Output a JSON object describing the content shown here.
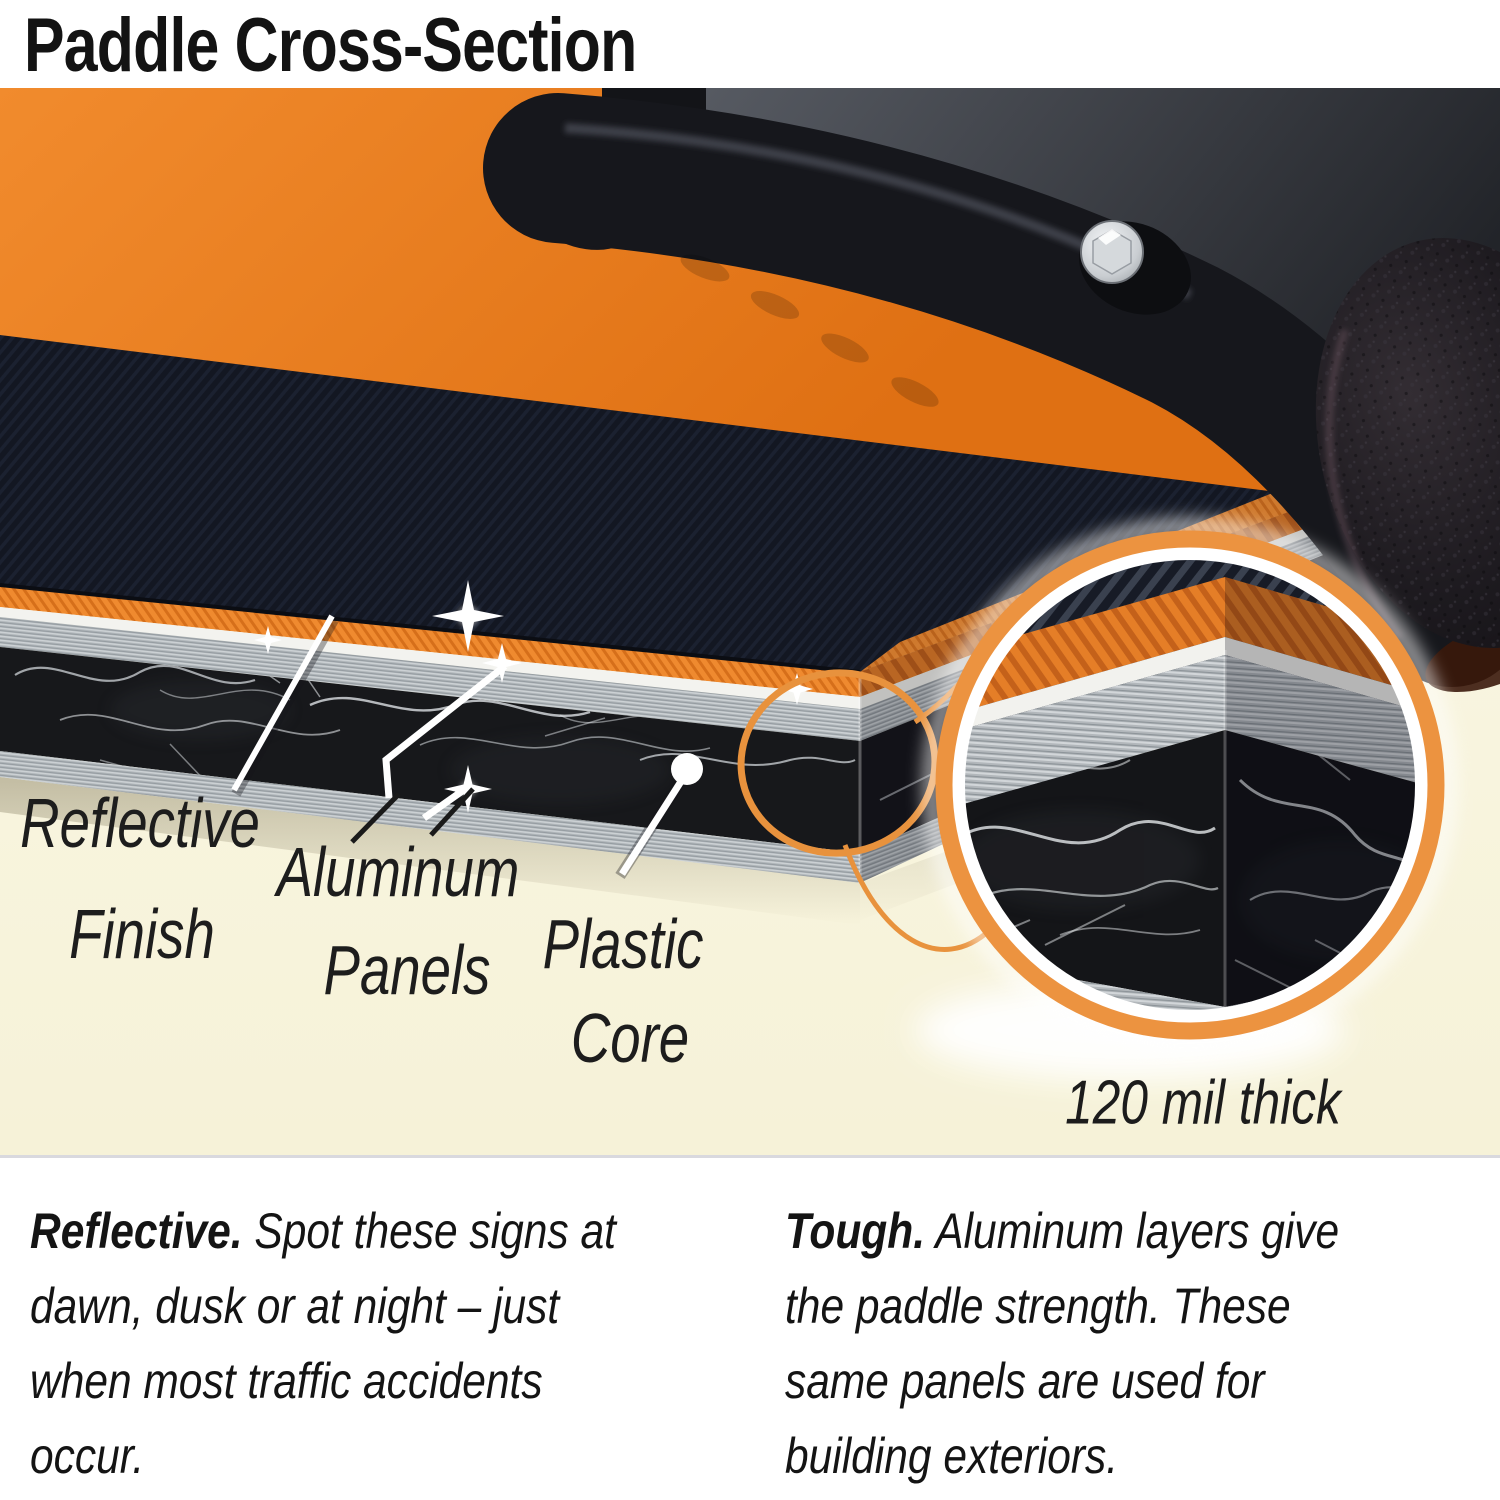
{
  "title": "Paddle Cross-Section",
  "diagram": {
    "labels": [
      {
        "id": "reflective-finish",
        "line1": "Reflective",
        "line2": "Finish"
      },
      {
        "id": "aluminum-panels",
        "line1": "Aluminum",
        "line2": "Panels"
      },
      {
        "id": "plastic-core",
        "line1": "Plastic",
        "line2": "Core"
      }
    ],
    "measurement": "120 mil thick"
  },
  "footnotes": {
    "left": {
      "lead": "Reflective.",
      "line1_rest": " Spot these signs at",
      "lines": [
        "dawn, dusk or at night – just",
        "when most traffic accidents",
        "occur."
      ]
    },
    "right": {
      "lead": "Tough.",
      "line1_rest": " Aluminum layers give",
      "lines": [
        "the paddle strength. These",
        "same panels are used for",
        "building exteriors."
      ]
    }
  },
  "colors": {
    "accent_orange": "#EC9340",
    "paddle_orange": "#EA7A22",
    "cream_background": "#F9F5DF",
    "stripe_black": "#131722",
    "aluminum_gray": "#B4B9BD",
    "marble_core": "#17181B"
  }
}
